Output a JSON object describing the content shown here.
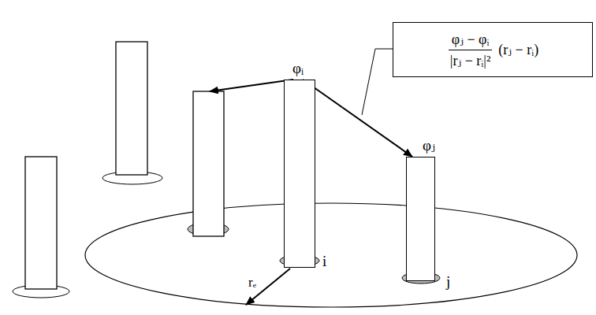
{
  "diagram": {
    "nodes": [
      {
        "text": [
          "φⱼ − φᵢ",
          "|rⱼ − rᵢ|²",
          "(rⱼ − rᵢ)"
        ]
      },
      {
        "text": [
          "φᵢ",
          "i"
        ]
      },
      {
        "text": [
          "φⱼ",
          "j"
        ]
      }
    ],
    "edges": [
      {
        "from": 1,
        "to": 2,
        "arrow": "to"
      }
    ],
    "labels": [
      "rₑ"
    ]
  }
}
